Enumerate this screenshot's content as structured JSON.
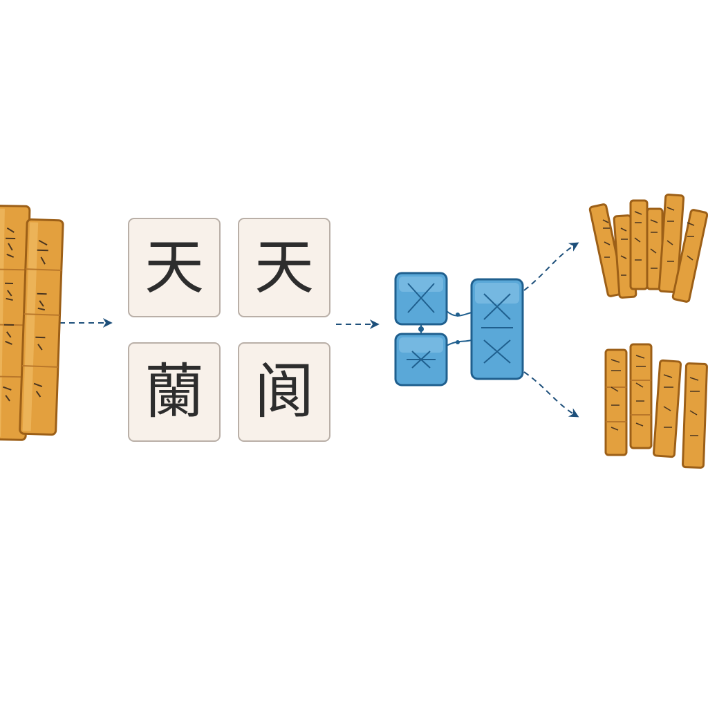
{
  "diagram": {
    "colors": {
      "background": "#ffffff",
      "bamboo_light": "#e9a642",
      "bamboo_mid": "#d38c2b",
      "bamboo_dark": "#9c5f17",
      "tile_fill": "#f8f1ea",
      "tile_border": "#b9afa7",
      "glyph": "#2d2d2d",
      "network_fill": "#5aa8d8",
      "network_stroke": "#1f5f8e",
      "arrow": "#1d4f7a"
    },
    "source": {
      "icon": "bamboo-slips-icon"
    },
    "characters": [
      {
        "glyph": "天"
      },
      {
        "glyph": "天"
      },
      {
        "glyph": "蘭"
      },
      {
        "glyph": "阆"
      }
    ],
    "model": {
      "icon": "neural-network-blocks-icon"
    },
    "outputs": [
      {
        "icon": "bamboo-slips-group-upper-icon"
      },
      {
        "icon": "bamboo-slips-group-lower-icon"
      }
    ]
  }
}
